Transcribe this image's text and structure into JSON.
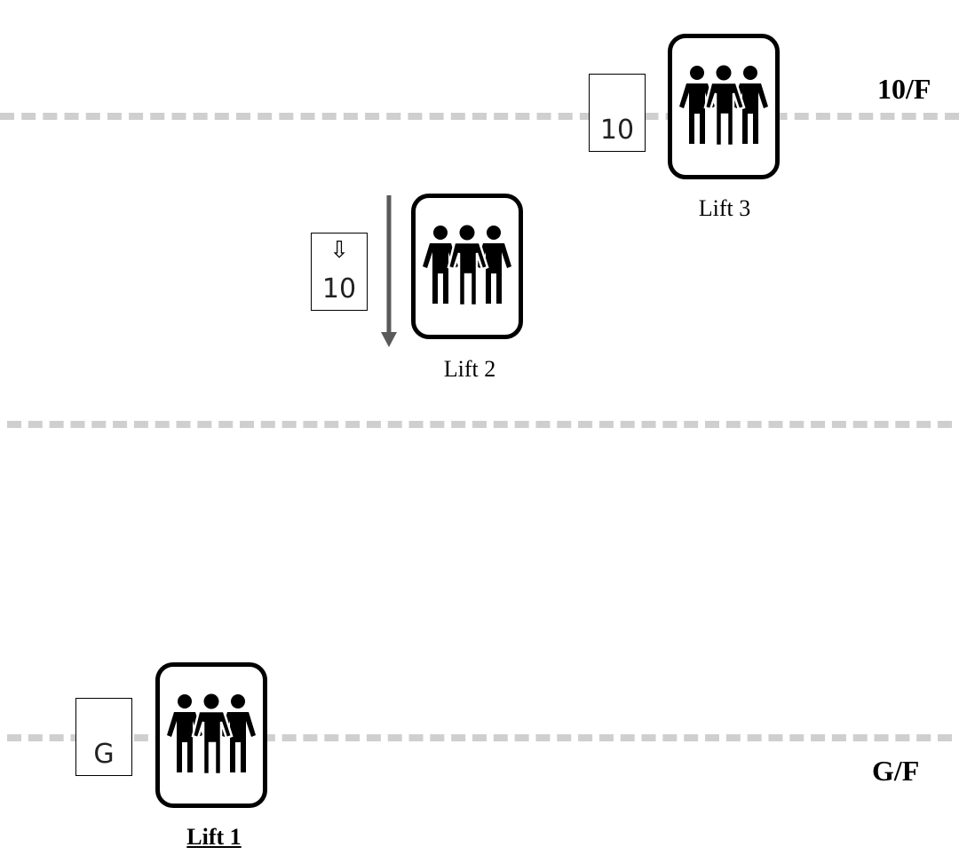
{
  "floors": {
    "top_label": "10/F",
    "bottom_label": "G/F"
  },
  "lifts": [
    {
      "name": "Lift 1",
      "floor_display": "G",
      "direction_symbol": "",
      "selected": true,
      "moving": ""
    },
    {
      "name": "Lift 2",
      "floor_display": "10",
      "direction_symbol": "⇩",
      "selected": false,
      "moving": "down"
    },
    {
      "name": "Lift 3",
      "floor_display": "10",
      "direction_symbol": "",
      "selected": false,
      "moving": ""
    }
  ],
  "icons": {
    "lift_icon": "people-group-icon",
    "direction_arrow": "down-arrow-icon"
  },
  "colors": {
    "floor_line": "#cfcfcf",
    "motion_arrow": "#5a5a5a"
  }
}
